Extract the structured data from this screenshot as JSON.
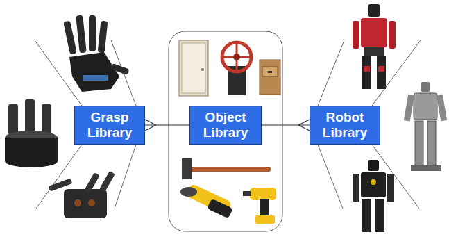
{
  "diagram": {
    "nodes": [
      {
        "text": [
          "Grasp Library"
        ]
      },
      {
        "text": [
          "Object Library"
        ]
      },
      {
        "text": [
          "Robot Library"
        ]
      }
    ],
    "edges": [
      {
        "from": 1,
        "to": 0,
        "arrow": "none"
      },
      {
        "from": 1,
        "to": 2,
        "arrow": "none"
      }
    ]
  }
}
